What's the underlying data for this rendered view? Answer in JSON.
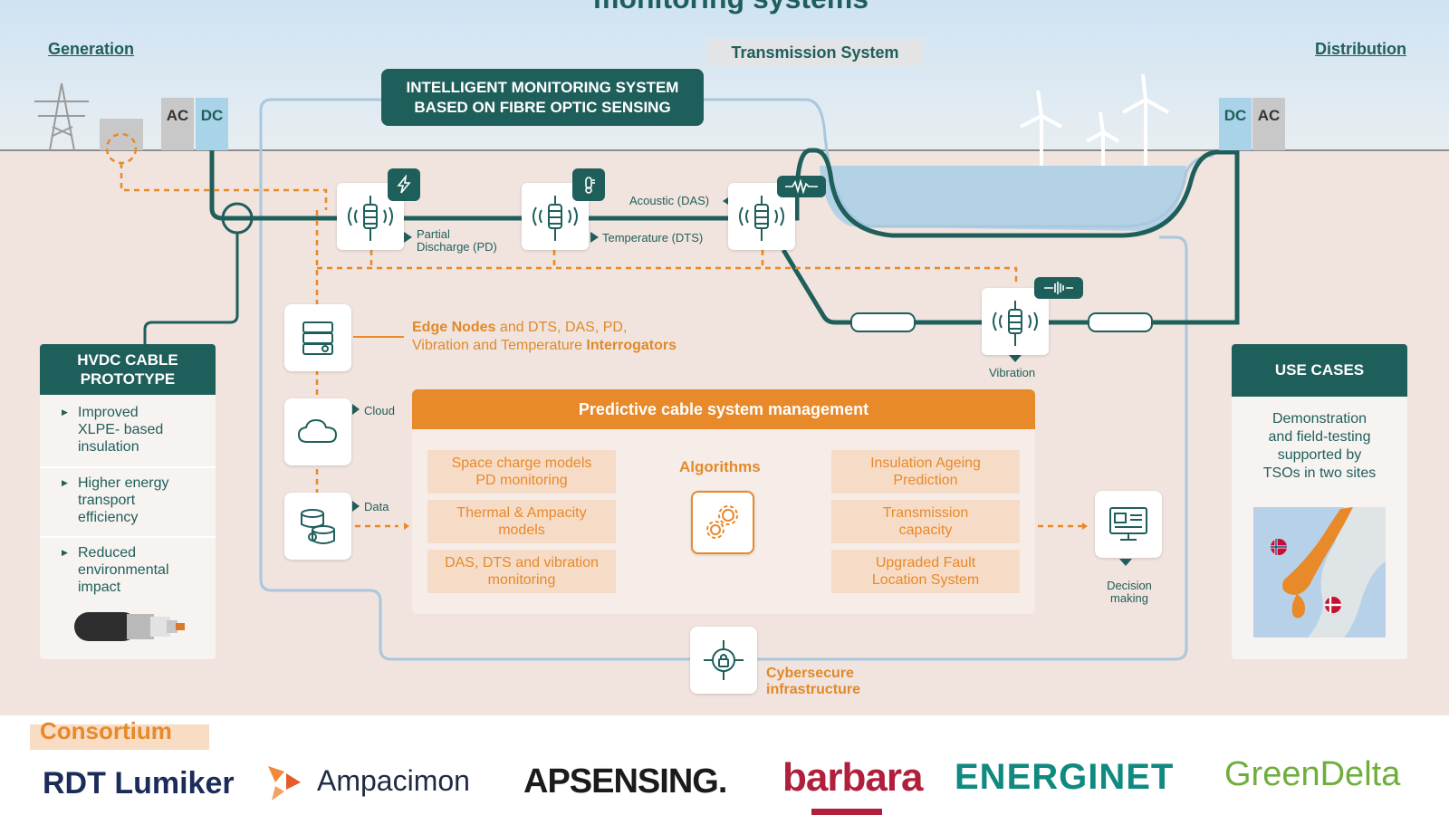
{
  "title": "monitoring systems",
  "sections": {
    "generation": "Generation",
    "transmission": "Transmission System",
    "distribution": "Distribution"
  },
  "converters": {
    "left_ac": "AC",
    "left_dc": "DC",
    "right_dc": "DC",
    "right_ac": "AC"
  },
  "ims": {
    "line1": "INTELLIGENT MONITORING SYSTEM",
    "line2": "BASED ON FIBRE OPTIC SENSING"
  },
  "sensors": {
    "pd_label1": "Partial",
    "pd_label2": "Discharge (PD)",
    "dts_label": "Temperature (DTS)",
    "das_label": "Acoustic (DAS)",
    "vibration_label": "Vibration"
  },
  "edge_nodes": {
    "bold1": "Edge Nodes",
    "text1": " and DTS, DAS, PD,",
    "text2": "Vibration and Temperature ",
    "bold2": "Interrogators"
  },
  "flow_labels": {
    "cloud": "Cloud",
    "data": "Data"
  },
  "predictive": {
    "title": "Predictive cable system management",
    "algorithms": "Algorithms",
    "left": [
      {
        "line1": "Space charge models",
        "line2": "PD monitoring"
      },
      {
        "line1": "Thermal & Ampacity",
        "line2": "models"
      },
      {
        "line1": "DAS, DTS and vibration",
        "line2": "monitoring"
      }
    ],
    "right": [
      {
        "line1": "Insulation Ageing",
        "line2": "Prediction"
      },
      {
        "line1": "Transmission",
        "line2": "capacity"
      },
      {
        "line1": "Upgraded Fault",
        "line2": "Location System"
      }
    ]
  },
  "decision": {
    "line1": "Decision",
    "line2": "making"
  },
  "cybersecure": {
    "line1": "Cybersecure",
    "line2": "infrastructure"
  },
  "hvdc": {
    "line1": "HVDC CABLE",
    "line2": "PROTOTYPE",
    "bullets": [
      {
        "l1": "Improved",
        "l2": "XLPE- based",
        "l3": "insulation"
      },
      {
        "l1": "Higher energy",
        "l2": "transport",
        "l3": "efficiency"
      },
      {
        "l1": "Reduced",
        "l2": "environmental",
        "l3": "impact"
      }
    ]
  },
  "use_cases": {
    "title": "USE CASES",
    "l1": "Demonstration",
    "l2": "and field-testing",
    "l3": "supported by",
    "l4": "TSOs in two sites"
  },
  "consortium": {
    "label": "Consortium",
    "logos": [
      "RDT Lumiker",
      "Ampacimon",
      "APSENSING.",
      "barbara",
      "ENERGINET",
      "GreenDelta"
    ]
  },
  "colors": {
    "teal": "#1f5f5b",
    "orange": "#e8892a",
    "light_orange": "#f6dcc7",
    "blue_line": "#a9c7df"
  }
}
